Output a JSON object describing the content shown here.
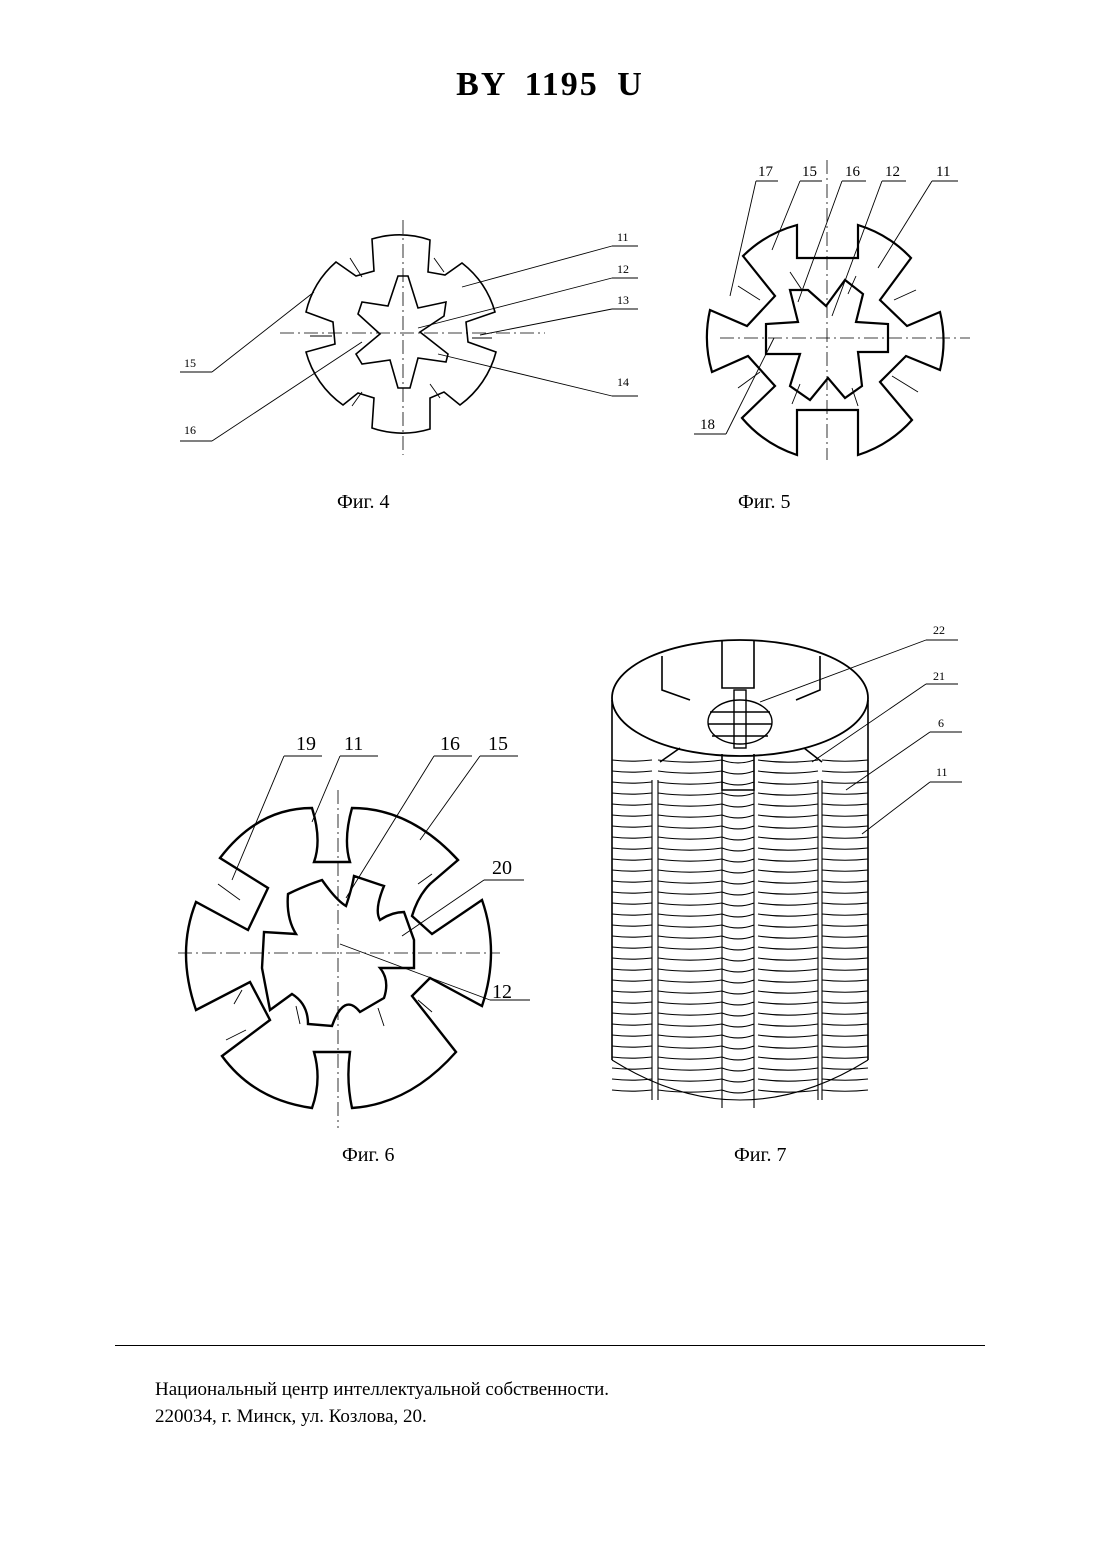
{
  "header": {
    "title": "BY  1195  U"
  },
  "figures": [
    {
      "id": "fig4",
      "caption": "Фиг.  4",
      "labels": [
        "11",
        "12",
        "13",
        "14",
        "15",
        "16"
      ]
    },
    {
      "id": "fig5",
      "caption": "Фиг. 5",
      "labels": [
        "17",
        "15",
        "16",
        "12",
        "11",
        "18"
      ]
    },
    {
      "id": "fig6",
      "caption": "Фиг. 6",
      "labels": [
        "19",
        "11",
        "16",
        "15",
        "20",
        "12"
      ]
    },
    {
      "id": "fig7",
      "caption": "Фиг. 7",
      "labels": [
        "22",
        "21",
        "6",
        "11"
      ]
    }
  ],
  "footer": {
    "line1": "Национальный центр интеллектуальной собственности.",
    "line2": "220034, г. Минск, ул. Козлова, 20."
  }
}
